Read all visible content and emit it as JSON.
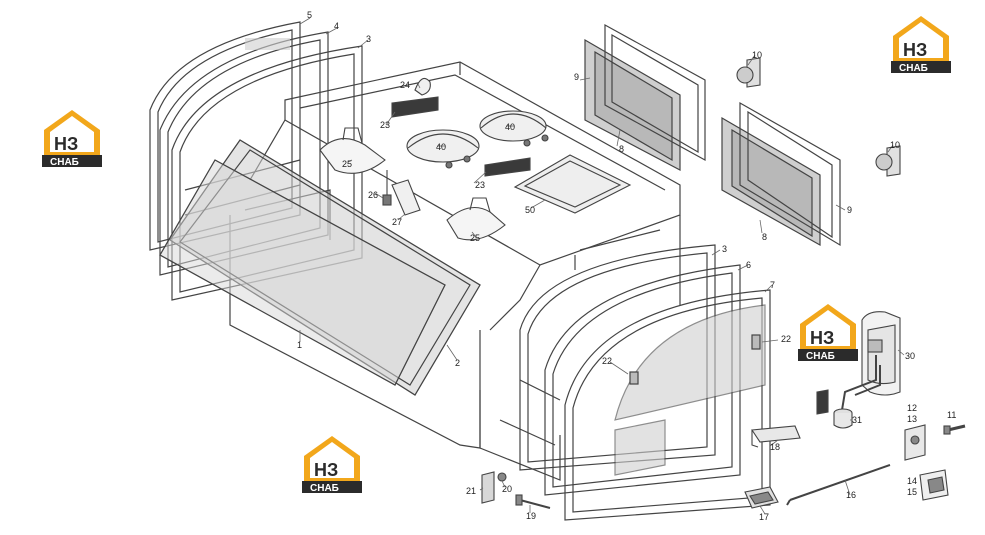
{
  "colors": {
    "line": "#444444",
    "glass": "#cfcfcf",
    "logo_orange": "#f2a71b",
    "logo_dark": "#2b2b2b",
    "background": "#ffffff"
  },
  "logo": {
    "mark": "НЗ",
    "caption": "СНАБ"
  },
  "labels": {
    "l1": "1",
    "l2": "2",
    "l3a": "3",
    "l3b": "3",
    "l4": "4",
    "l5": "5",
    "l6": "6",
    "l7": "7",
    "l8a": "8",
    "l8b": "8",
    "l9a": "9",
    "l9b": "9",
    "l10a": "10",
    "l10b": "10",
    "l11": "11",
    "l12": "12",
    "l13": "13",
    "l14": "14",
    "l15": "15",
    "l16": "16",
    "l17": "17",
    "l18": "18",
    "l19": "19",
    "l20": "20",
    "l21": "21",
    "l22a": "22",
    "l22b": "22",
    "l23a": "23",
    "l23b": "23",
    "l24": "24",
    "l25a": "25",
    "l25b": "25",
    "l26": "26",
    "l27": "27",
    "l30": "30",
    "l31": "31",
    "l40a": "40",
    "l40b": "40",
    "l50": "50"
  }
}
